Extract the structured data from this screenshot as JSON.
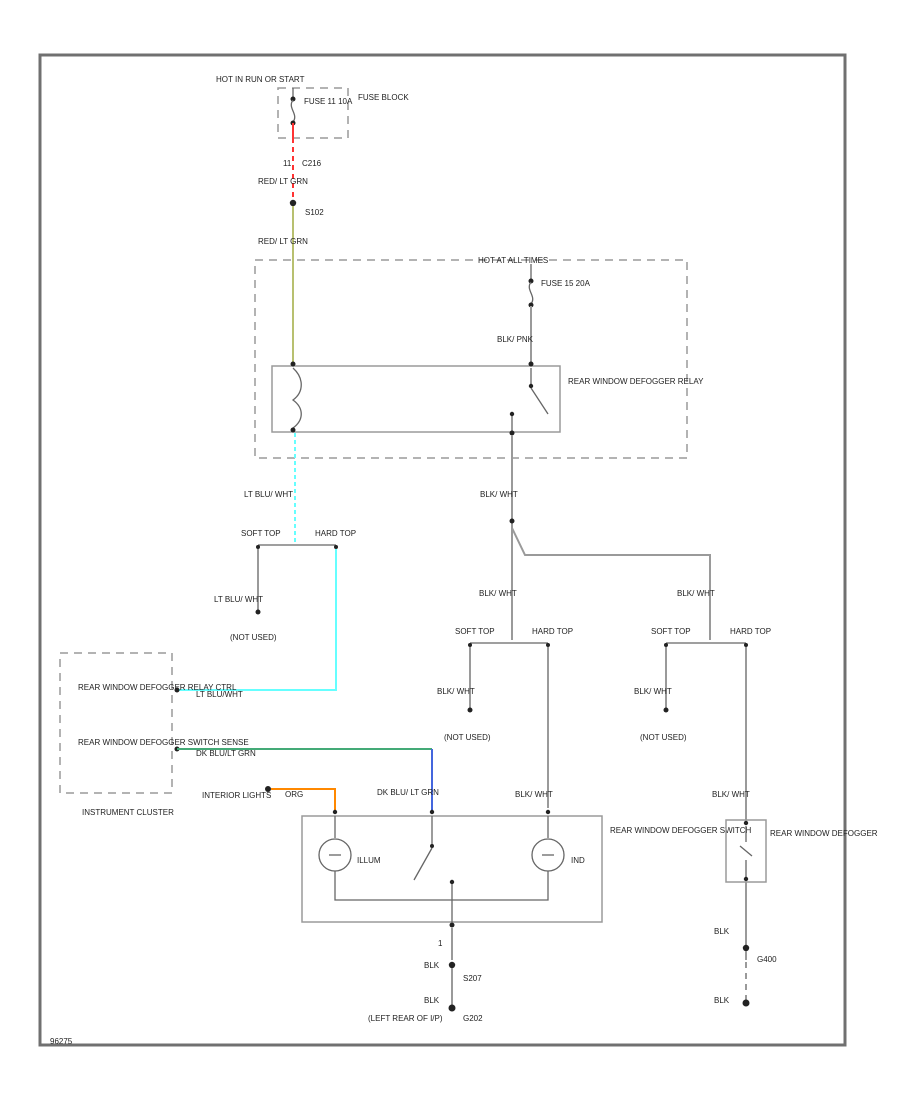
{
  "colors": {
    "frame": "#707070",
    "wire": "#9a9a9a",
    "red_wire": "#ff3333",
    "red_lt_grn_wire": "#b8c070",
    "lt_blu_wire": "#66ffff",
    "dk_blu_wire": "#4466dd",
    "dk_grn_wire": "#44aa77",
    "org_wire": "#ff8800"
  },
  "fuse_block": {
    "hot_label": "HOT IN RUN OR START",
    "box_label": "FUSE BLOCK",
    "fuse_text": "FUSE 11 10A",
    "pin": "11",
    "connector": "C216"
  },
  "wire_red_lt_grn": {
    "label": "RED/ LT GRN",
    "splice": "S102"
  },
  "cluster_wire": {
    "label": "RED/ LT GRN"
  },
  "relay_group": {
    "hot_label": "HOT AT ALL TIMES",
    "fuse_text": "FUSE 15 20A",
    "fuse_wire": "BLK/ PNK",
    "relay_label": "REAR WINDOW DEFOGGER RELAY"
  },
  "lt_blu_wht": {
    "label": "LT BLU/ WHT",
    "soft": "SOFT TOP",
    "hard": "HARD TOP",
    "side_wire": "LT BLU/ WHT",
    "not_used": "(NOT USED)"
  },
  "blk_wht_main": {
    "label": "BLK/ WHT"
  },
  "branch_left": {
    "top_wire": "BLK/ WHT",
    "soft": "SOFT TOP",
    "hard": "HARD TOP",
    "side_wire": "BLK/ WHT",
    "not_used": "(NOT USED)",
    "switch_wire": "BLK/ WHT"
  },
  "branch_right": {
    "top_wire": "BLK/ WHT",
    "soft": "SOFT TOP",
    "hard": "HARD TOP",
    "side_wire": "BLK/ WHT",
    "not_used": "(NOT USED)",
    "def_wire": "BLK/ WHT"
  },
  "instrument_cluster": {
    "label": "INSTRUMENT CLUSTER",
    "relay_ctrl": "REAR WINDOW DEFOGGER RELAY CTRL",
    "relay_ctrl_wire": "LT BLU/WHT",
    "switch_sense": "REAR WINDOW DEFOGGER SWITCH SENSE",
    "switch_sense_wire": "DK BLU/LT GRN"
  },
  "interior_lights": {
    "label": "INTERIOR LIGHTS",
    "wire": "ORG"
  },
  "switch": {
    "input_wire": "DK BLU/ LT GRN",
    "output_wire": "BLK/ WHT",
    "label": "REAR WINDOW DEFOGGER SWITCH",
    "illum": "ILLUM",
    "ind": "IND",
    "pin": "1",
    "gnd_wire_1": "BLK",
    "splice": "S207",
    "gnd_wire_2": "BLK",
    "ground": "G202",
    "ground_location": "(LEFT REAR OF I/P)"
  },
  "defogger": {
    "label": "REAR WINDOW DEFOGGER",
    "gnd_wire_1": "BLK",
    "ground_1": "G400",
    "gnd_wire_2": "BLK"
  },
  "diagram_id": "96275"
}
